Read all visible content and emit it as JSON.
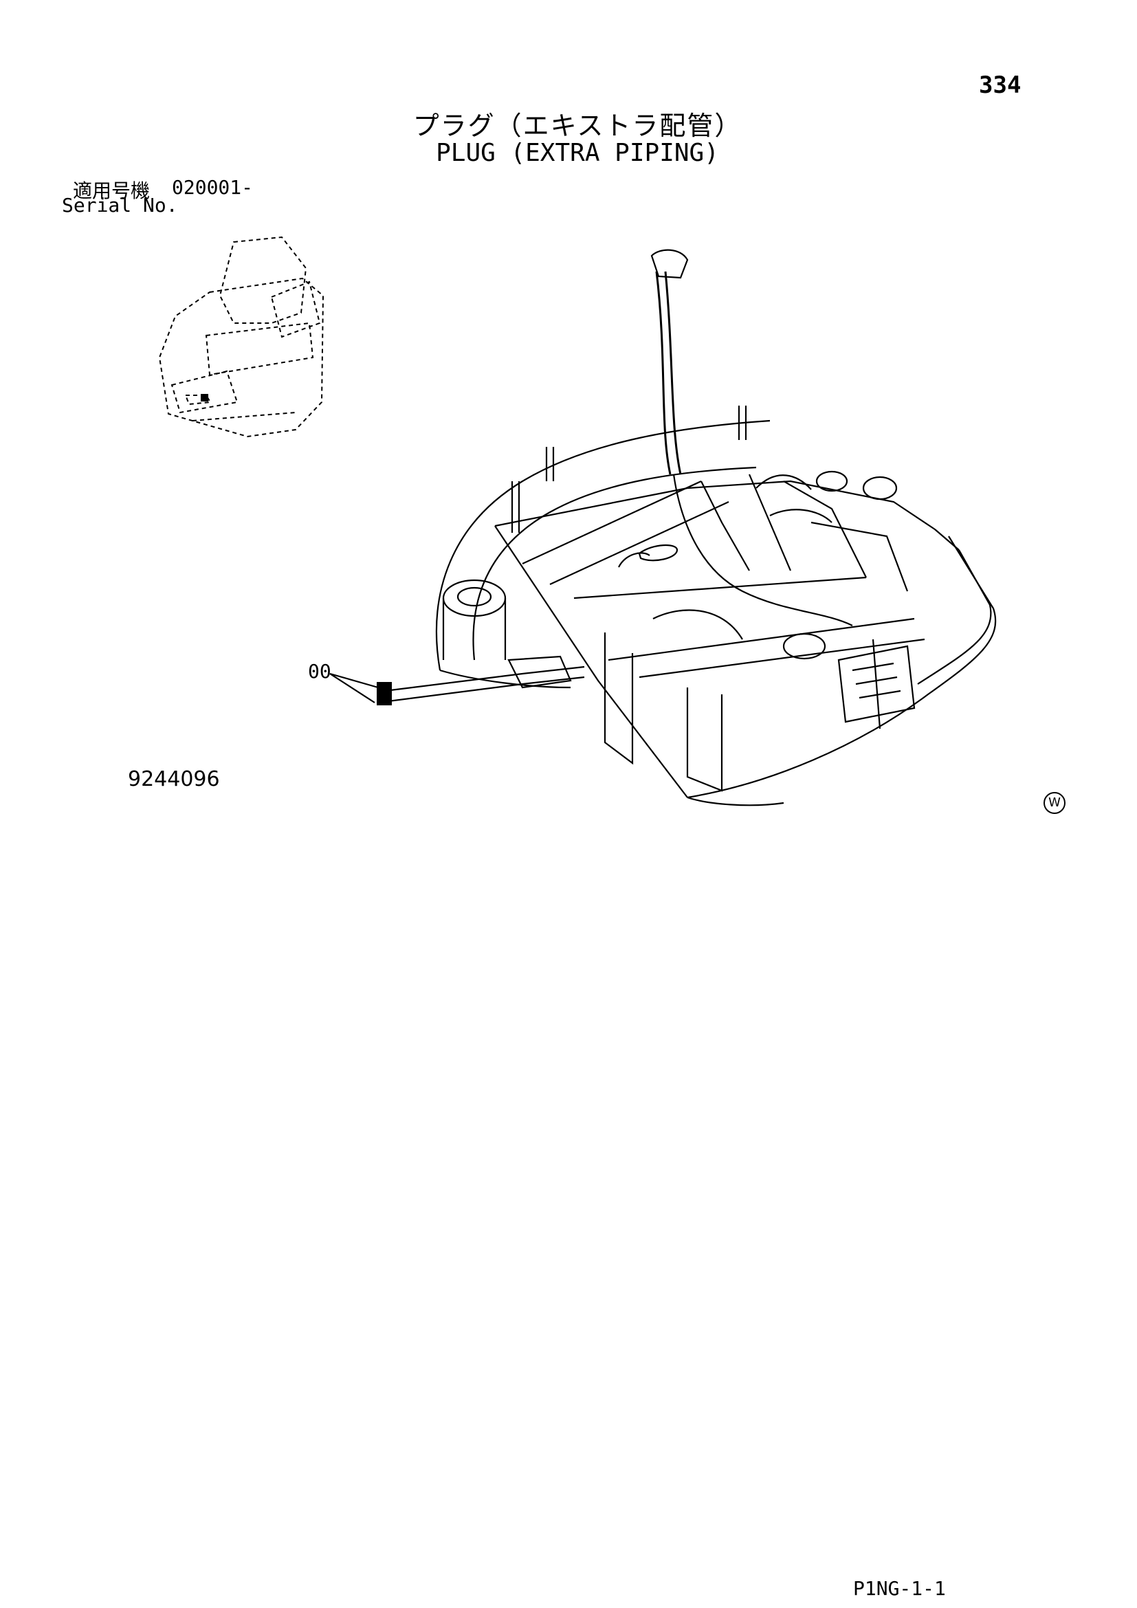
{
  "page_number": "334",
  "title": {
    "jp": "プラグ（エキストラ配管）",
    "en": "PLUG (EXTRA PIPING)"
  },
  "serial": {
    "label_jp": "適用号機",
    "value": "020001-",
    "label_en": "Serial No."
  },
  "callout_label": "00",
  "drawing_number": "9244096",
  "mark": "W",
  "page_code": "P1NG-1-1",
  "icons": [
    "seat-icon",
    "excavator-frame-illustration"
  ]
}
